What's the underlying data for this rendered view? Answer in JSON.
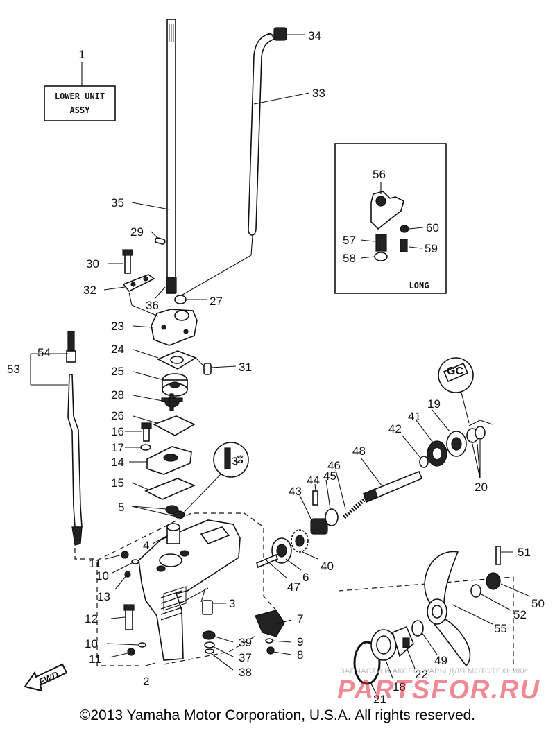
{
  "box": {
    "line1": "LOWER UNIT",
    "line2": "ASSY"
  },
  "inset": {
    "label": "LONG"
  },
  "fwd_label": "FWD",
  "gc_label": "GC",
  "callouts": {
    "c1": "1",
    "c2": "2",
    "c3": "3",
    "c4": "4",
    "c5": "5",
    "c6": "6",
    "c7": "7",
    "c8": "8",
    "c9": "9",
    "c10a": "10",
    "c10b": "10",
    "c11a": "11",
    "c11b": "11",
    "c12": "12",
    "c13": "13",
    "c14": "14",
    "c15": "15",
    "c16": "16",
    "c17": "17",
    "c18": "18",
    "c19": "19",
    "c20": "20",
    "c21": "21",
    "c22": "22",
    "c23": "23",
    "c24": "24",
    "c25": "25",
    "c26": "26",
    "c27": "27",
    "c28": "28",
    "c29": "29",
    "c30": "30",
    "c31": "31",
    "c32": "32",
    "c33": "33",
    "c34": "34",
    "c35": "35",
    "c36": "36",
    "c37": "37",
    "c38": "38",
    "c39": "39",
    "c40": "40",
    "c41": "41",
    "c42": "42",
    "c43": "43",
    "c44": "44",
    "c45": "45",
    "c46": "46",
    "c47": "47",
    "c48": "48",
    "c49": "49",
    "c50": "50",
    "c51": "51",
    "c52": "52",
    "c53": "53",
    "c54": "54",
    "c55": "55",
    "c56": "56",
    "c57": "57",
    "c58": "58",
    "c59": "59",
    "c60": "60"
  },
  "copyright": "©2013 Yamaha Motor Corporation, U.S.A. All rights reserved.",
  "watermark": {
    "top": "ЗАПЧАСТИ И АКСЕССУАРЫ ДЛЯ МОТОТЕХНИКИ",
    "main": "PARTSFOR.RU"
  }
}
